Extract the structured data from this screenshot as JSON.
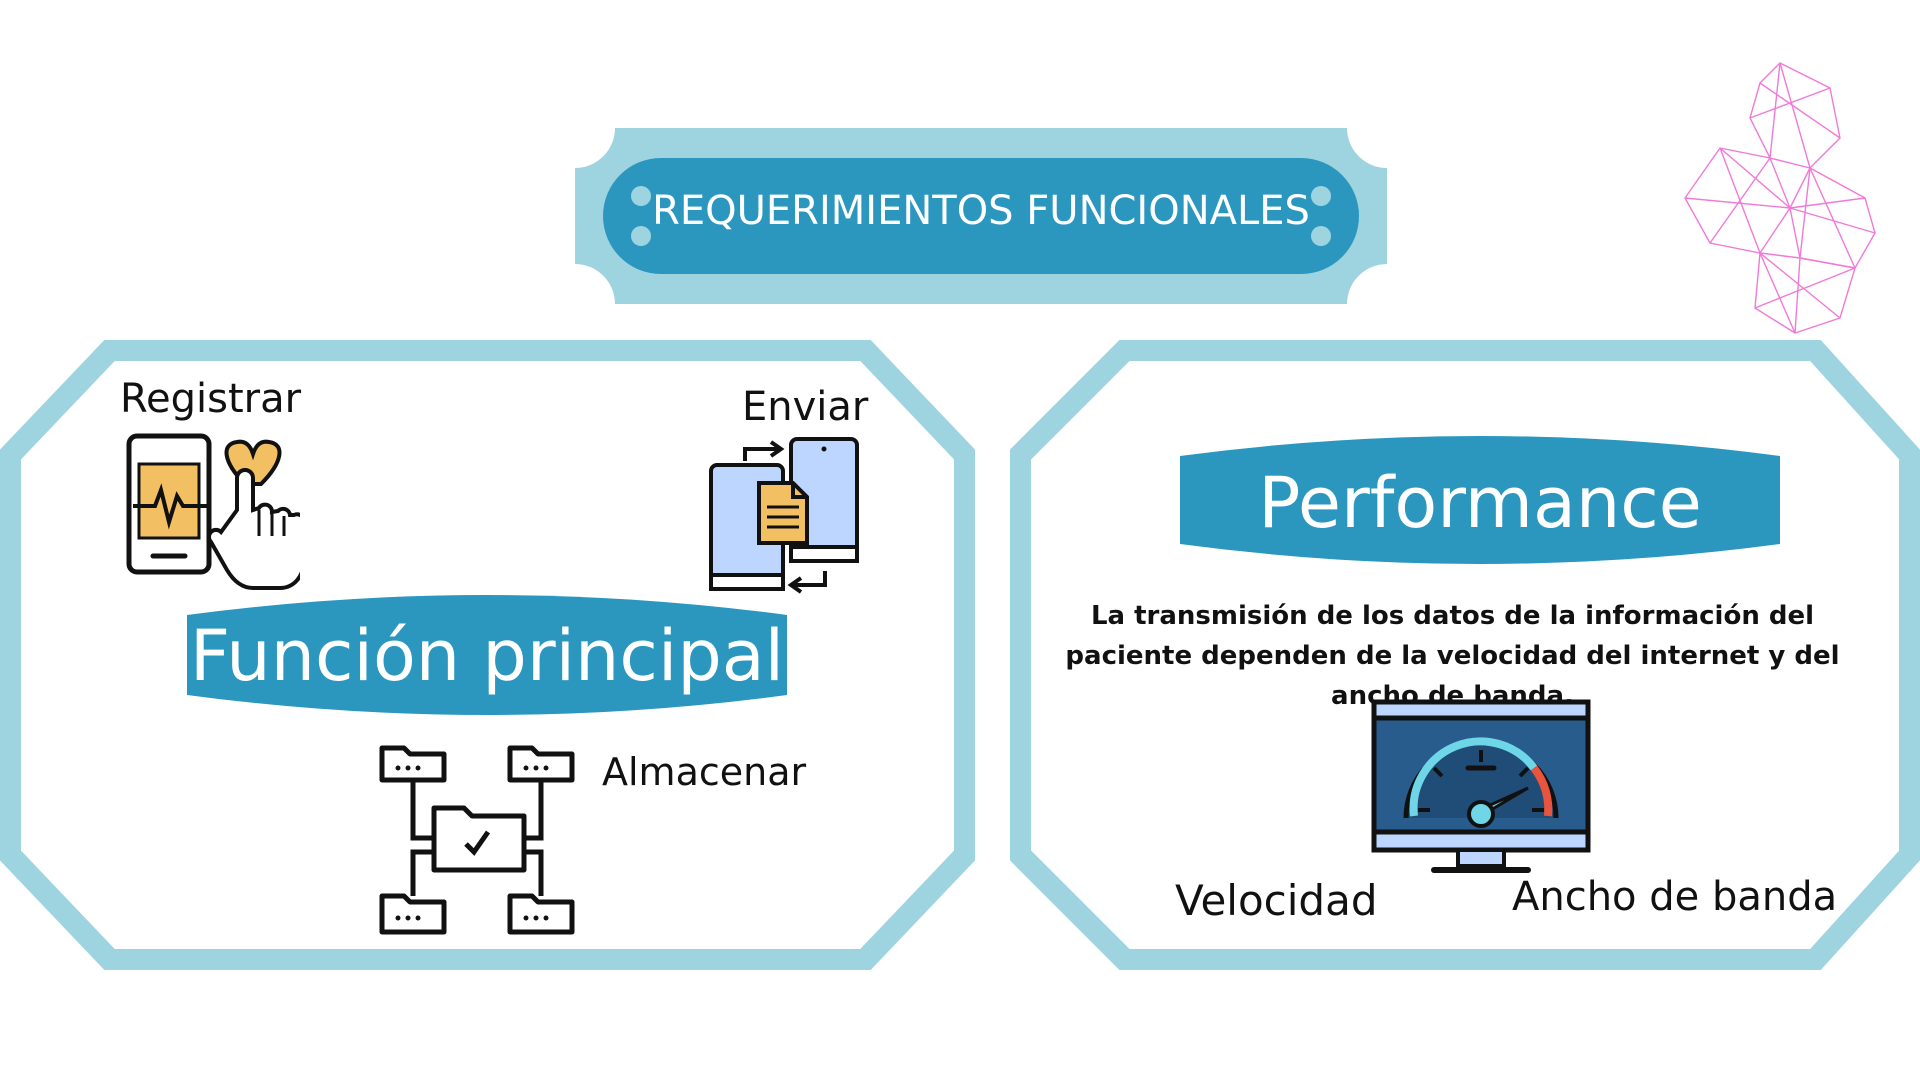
{
  "header": {
    "title": "REQUERIMIENTOS FUNCIONALES"
  },
  "left_panel": {
    "banner": "Función principal",
    "items": [
      {
        "label": "Registrar",
        "icon": "phone-heart-touch-icon"
      },
      {
        "label": "Enviar",
        "icon": "phone-document-transfer-icon"
      },
      {
        "label": "Almacenar",
        "icon": "folder-network-icon"
      }
    ]
  },
  "right_panel": {
    "banner": "Performance",
    "description": "La transmisión de los datos de la información del paciente dependen de la velocidad del internet y del ancho de banda.",
    "labels": [
      "Velocidad",
      "Ancho de banda"
    ],
    "icon": "speedometer-monitor-icon"
  },
  "decoration": {
    "icon": "polygon-mesh-icon"
  },
  "colors": {
    "frame": "#9ed4df",
    "banner": "#2b97bf",
    "dark": "#111111",
    "pink": "#f07ad6",
    "amber": "#f2bf63",
    "blue_light": "#bcd6ff",
    "monitor": "#285c8c",
    "needle": "#6fd6e8",
    "red": "#e8543e"
  }
}
